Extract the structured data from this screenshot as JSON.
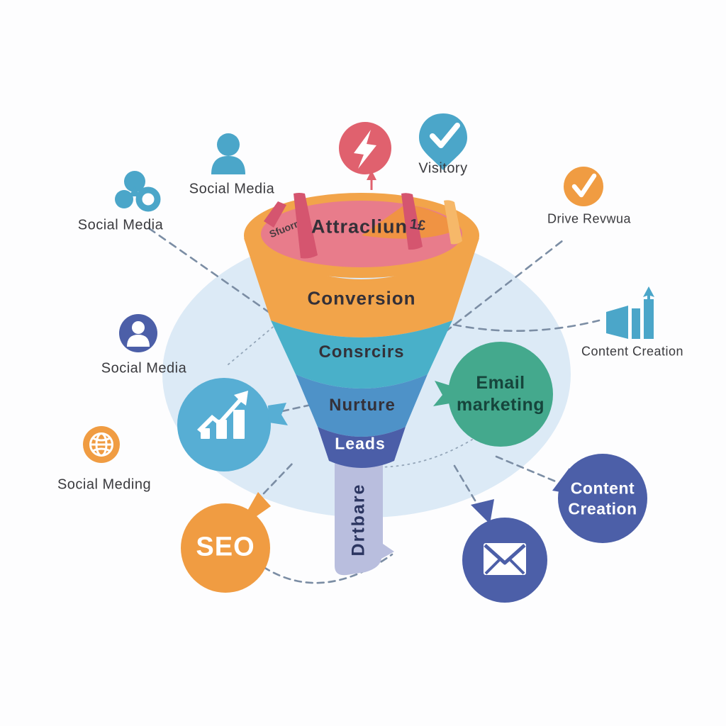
{
  "palette": {
    "bg_ellipse": "#dceaf6",
    "teal_icon": "#4ba6c9",
    "light_blue_circle": "#57aed4",
    "indigo": "#4c5fa8",
    "orange": "#f09c42",
    "funnel_orange": "#f2a44a",
    "funnel_pink": "#e87c8b",
    "funnel_crimson": "#d5556f",
    "funnel_teal": "#49b0c9",
    "funnel_blue": "#4e92c8",
    "funnel_indigo": "#4b5ea8",
    "tail_lavender": "#b9bede",
    "green": "#44a98d",
    "red_bolt": "#e0616e",
    "dash_line": "#7b8da4"
  },
  "funnel": {
    "stages": [
      {
        "label": "Attracliun"
      },
      {
        "label": "Conversion"
      },
      {
        "label": "Consrcirs"
      },
      {
        "label": "Nurture"
      },
      {
        "label": "Leads"
      }
    ],
    "scribble_left": "Sfuorr",
    "scribble_right": "1£",
    "tail_label": "Drtbare"
  },
  "labels": {
    "social_media_cluster": "Social Media",
    "social_media_person": "Social Media",
    "visitory": "Visitory",
    "drive_revwua": "Drive Revwua",
    "content_creation_icon": "Content Creation",
    "email_marketing_line1": "Email",
    "email_marketing_line2": "marketing",
    "social_media_indigo": "Social Media",
    "social_meding": "Social Meding",
    "seo": "SEO",
    "content_creation_line1": "Content",
    "content_creation_line2": "Creation"
  }
}
